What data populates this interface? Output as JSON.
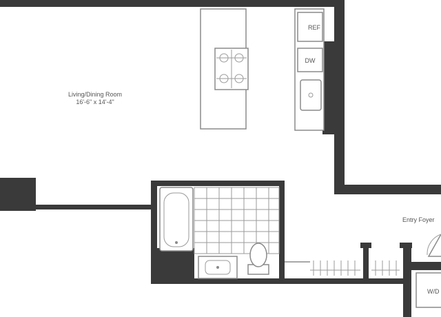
{
  "plan": {
    "rooms": [
      {
        "name": "Living/Dining Room",
        "dimensions": "16'-6\" x 14'-4\""
      },
      {
        "name": "Entry Foyer"
      }
    ],
    "fixtures": {
      "refrigerator": "REF",
      "dishwasher": "DW",
      "washer_dryer": "W/D"
    }
  }
}
